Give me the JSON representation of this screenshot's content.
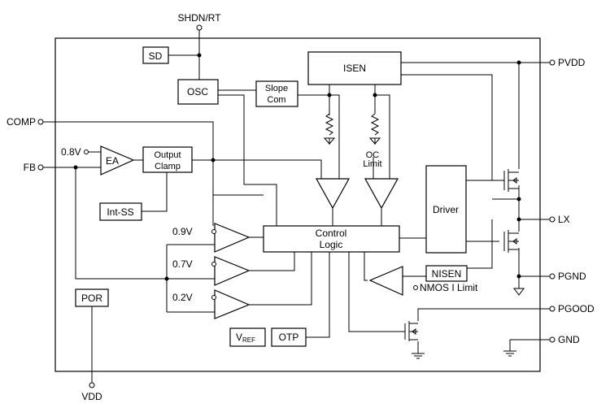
{
  "pins": {
    "shdn_rt": "SHDN/RT",
    "comp": "COMP",
    "fb": "FB",
    "vdd": "VDD",
    "pvdd": "PVDD",
    "lx": "LX",
    "pgnd": "PGND",
    "pgood": "PGOOD",
    "gnd": "GND"
  },
  "blocks": {
    "sd": "SD",
    "osc": "OSC",
    "slope_line1": "Slope",
    "slope_line2": "Com",
    "isen": "ISEN",
    "ea": "EA",
    "output_clamp_line1": "Output",
    "output_clamp_line2": "Clamp",
    "int_ss": "Int-SS",
    "driver": "Driver",
    "nisen": "NISEN",
    "control_line1": "Control",
    "control_line2": "Logic",
    "por": "POR",
    "vref_main": "V",
    "vref_sub": "REF",
    "otp": "OTP"
  },
  "labels": {
    "ref_08": "0.8V",
    "ref_09": "0.9V",
    "ref_07": "0.7V",
    "ref_02": "0.2V",
    "oc_line1": "OC",
    "oc_line2": "Limit",
    "nmos_limit": "NMOS I Limit"
  }
}
